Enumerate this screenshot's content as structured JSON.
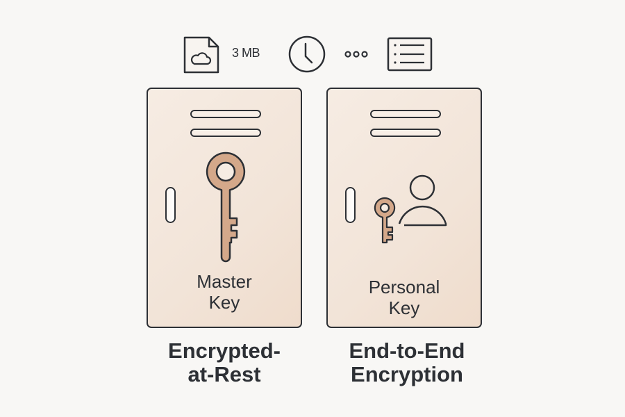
{
  "toolbar": {
    "file_size": "3 MB",
    "icons": [
      "cloud-file-icon",
      "clock-icon",
      "more-dots-icon",
      "list-icon"
    ]
  },
  "panels": [
    {
      "id": "encrypted-at-rest",
      "key_label_line1": "Master",
      "key_label_line2": "Key",
      "caption_line1": "Encrypted-",
      "caption_line2": "at-Rest",
      "icon": "master-key-icon"
    },
    {
      "id": "end-to-end",
      "key_label_line1": "Personal",
      "key_label_line2": "Key",
      "caption_line1": "End-to-End",
      "caption_line2": "Encryption",
      "icon": "personal-key-user-icon"
    }
  ],
  "colors": {
    "background": "#f8f7f5",
    "outline": "#2d3035",
    "locker_fill": "#f2e4d8",
    "key_fill": "#d4a88a"
  }
}
